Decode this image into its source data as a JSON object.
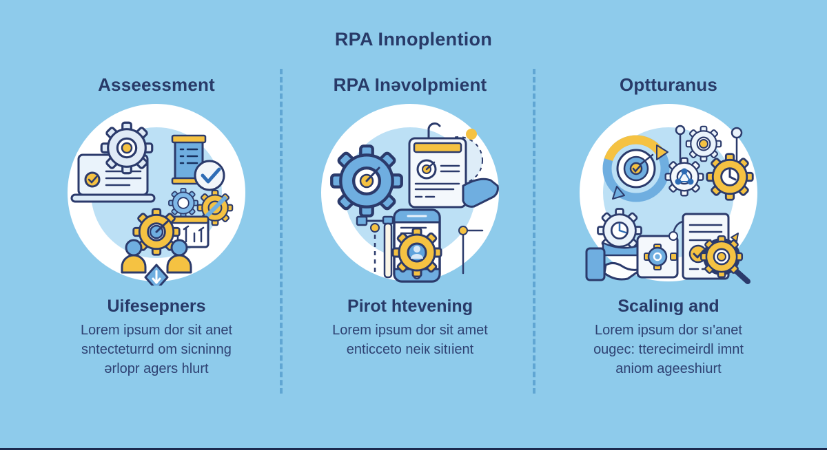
{
  "title": "RPA Innoplention",
  "colors": {
    "background": "#8ECBEB",
    "heading_text": "#283A68",
    "body_text": "#2E4172",
    "divider_dash": "#58A0CF",
    "circle_ring": "#FFFFFF",
    "circle_inner": "#BCE0F5",
    "icon_outline": "#2B3A6B",
    "icon_blue": "#6FAEE0",
    "icon_light_blue": "#EAF3FB",
    "icon_yellow": "#F5C242",
    "footer_bar": "#1C2A4E"
  },
  "columns": [
    {
      "heading": "Asseessment",
      "subheading": "Uifesepners",
      "body_lines": [
        "Lorem ipsum dor sit anet",
        "sntecteturrd om sicninng",
        "ərlopr agers hlurt"
      ],
      "icon_names": [
        "laptop-gear-icon",
        "clipboard-checklist-icon",
        "check-badge-icon",
        "gear-icon",
        "blocked-gear-icon",
        "target-gear-icon",
        "bar-chart-icon",
        "team-icon",
        "merge-diamond-icon"
      ]
    },
    {
      "heading": "RPA Inəvolpmient",
      "subheading": "Pirot htevening",
      "body_lines": [
        "Lorem ipsum dor sit amet",
        "enticceto neiк sitıient"
      ],
      "icon_names": [
        "gear-target-icon",
        "dashed-circle-icon",
        "project-doc-icon",
        "hand-icon",
        "ruler-bar-icon",
        "smartphone-gear-user-icon",
        "pin-line-icon"
      ]
    },
    {
      "heading": "Optturanus",
      "subheading": "Scalinıg and",
      "body_lines": [
        "Lorem ipsum dor ѕı'anet",
        "ougec: tterecimeirdl imnt",
        "aniom ageeshiurt"
      ],
      "icon_names": [
        "cycle-target-icon",
        "pin-icon",
        "small-gear-icon",
        "network-gear-icon",
        "clock-gear-icon",
        "hand-clock-gear-icon",
        "calendar-gear-icon",
        "report-check-icon",
        "magnifier-gear-icon"
      ]
    }
  ]
}
